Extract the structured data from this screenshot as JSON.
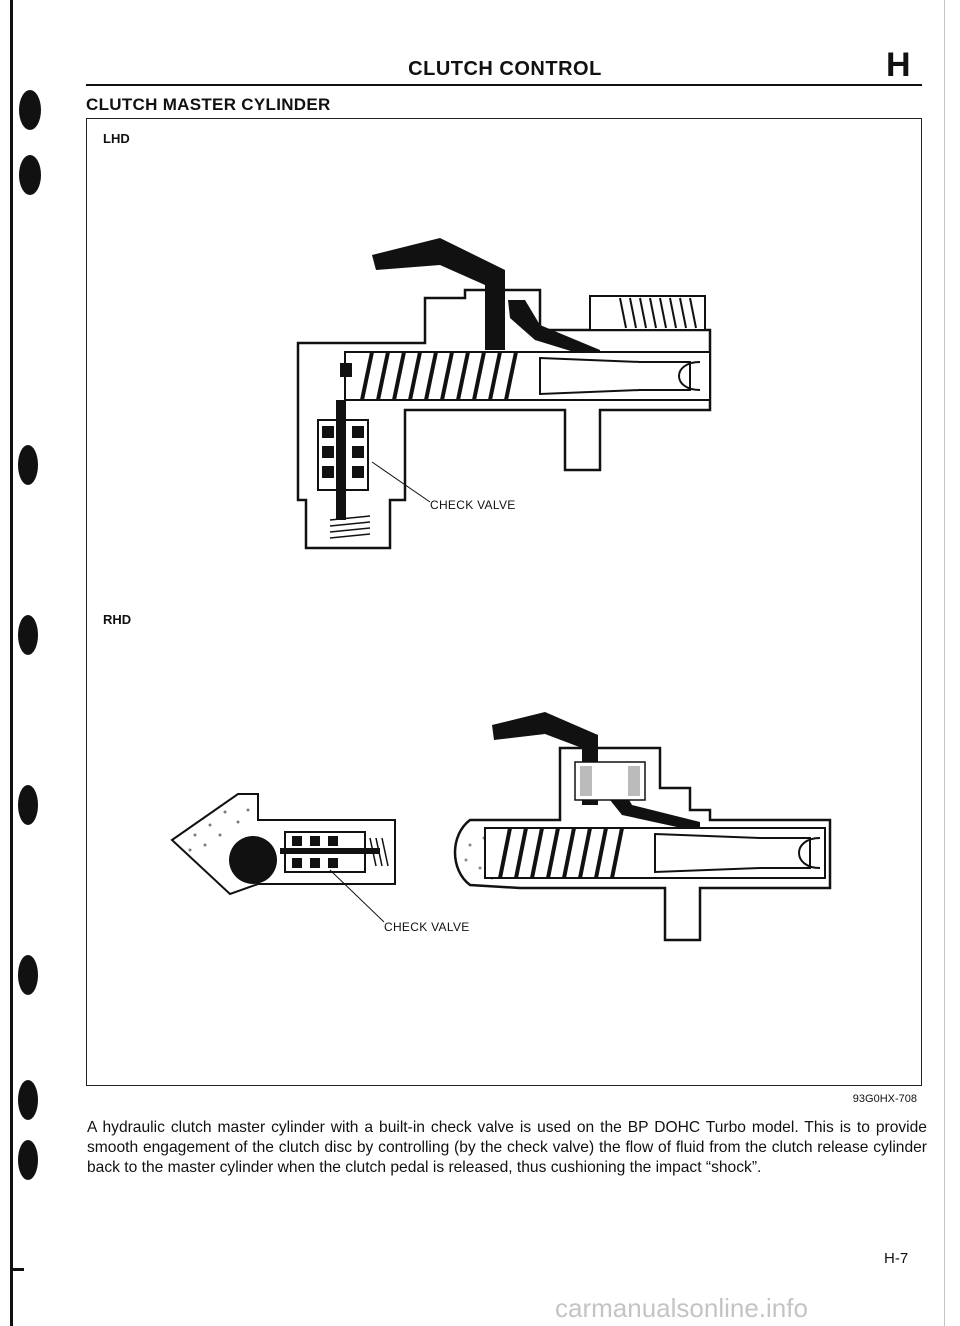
{
  "header": {
    "title": "CLUTCH CONTROL",
    "section_letter": "H"
  },
  "section": {
    "title": "CLUTCH MASTER CYLINDER"
  },
  "figure": {
    "lhd_label": "LHD",
    "rhd_label": "RHD",
    "lhd_callout": "CHECK VALVE",
    "rhd_callout": "CHECK VALVE",
    "figure_code": "93G0HX-708"
  },
  "body": {
    "paragraph": "A hydraulic clutch master cylinder with a built-in check valve is used on the BP DOHC Turbo model. This is to provide smooth engagement of the clutch disc by controlling (by the check valve) the flow of fluid from the clutch release cylinder back to the master cylinder when the clutch pedal is released, thus cushion­ing the impact “shock”."
  },
  "footer": {
    "page_number": "H-7",
    "watermark": "carmanualsonline.info"
  }
}
